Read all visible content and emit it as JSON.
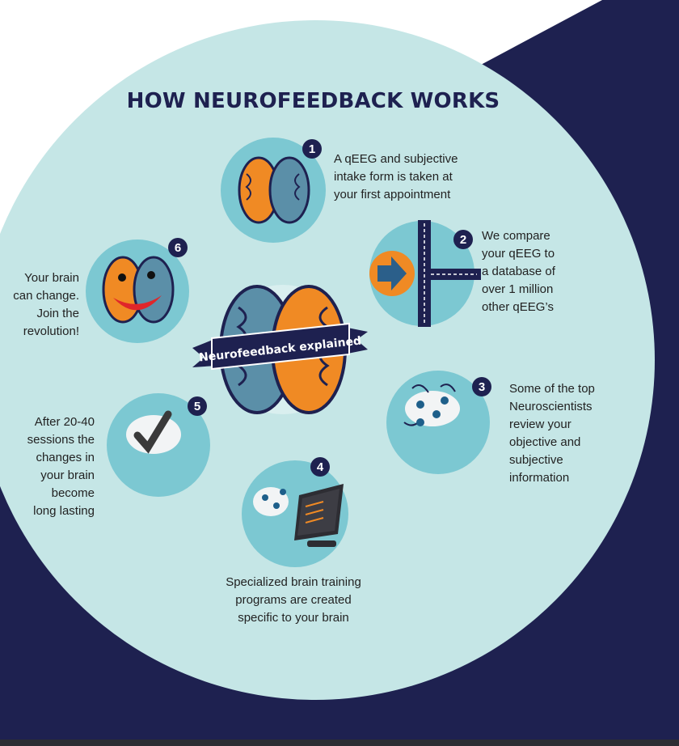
{
  "title": "HOW NEUROFEEDBACK WORKS",
  "banner": "Neurofeedback explained",
  "steps": [
    {
      "number": "1",
      "text": [
        "A qEEG and subjective",
        "intake form is taken at",
        "your first appointment"
      ]
    },
    {
      "number": "2",
      "text": [
        "We compare",
        "your qEEG to",
        "a database of",
        "over 1 million",
        "other qEEG’s"
      ]
    },
    {
      "number": "3",
      "text": [
        "Some of the top",
        "Neuroscientists",
        "review your",
        "objective and",
        "subjective",
        "information"
      ]
    },
    {
      "number": "4",
      "text": [
        "Specialized brain training",
        "programs are created",
        "specific to your brain"
      ]
    },
    {
      "number": "5",
      "text": [
        "After 20-40",
        "sessions the",
        "changes in",
        "your brain",
        "become",
        "long lasting"
      ]
    },
    {
      "number": "6",
      "text": [
        "Your brain",
        "can change.",
        "Join the",
        "revolution!"
      ]
    }
  ],
  "colors": {
    "navy": "#1e2150",
    "circle_bg": "#c5e6e6",
    "step_circle": "#7cc8d2",
    "orange": "#f08a24",
    "brain_blue": "#5b8fa8"
  },
  "icons": [
    "brain-icon",
    "road-arrow-icon",
    "neurons-icon",
    "computer-monitor-icon",
    "checkmark-brain-icon",
    "smiling-brain-icon"
  ]
}
